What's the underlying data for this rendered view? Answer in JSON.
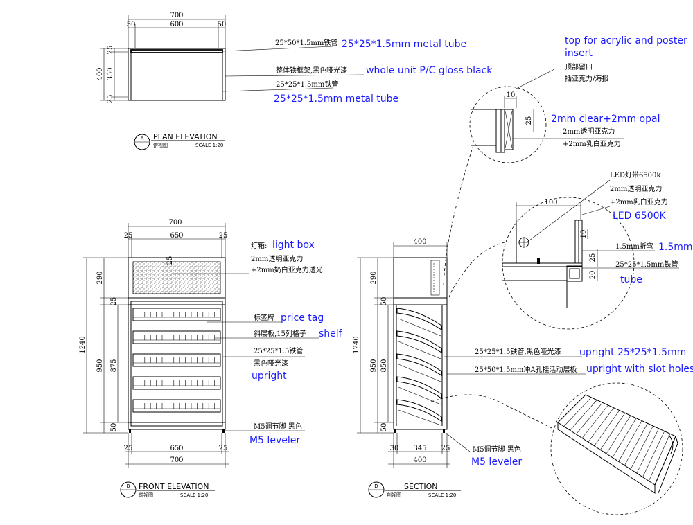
{
  "plan": {
    "dims": {
      "total": "700",
      "left": "50",
      "middle": "600",
      "right": "50",
      "height": "400",
      "h_top": "25",
      "h_mid": "350",
      "h_bot": "25"
    },
    "callouts": [
      {
        "cn": "25*50*1.5mm铁管",
        "en": "25*25*1.5mm metal tube"
      },
      {
        "cn": "整体铁框架,黑色哑光漆",
        "en": "whole unit  P/C gloss black"
      },
      {
        "cn": "25*25*1.5mm铁管",
        "en": "25*25*1.5mm metal tube"
      }
    ],
    "title": {
      "letter": "A",
      "name": "PLAN ELEVATION",
      "cn": "俯视图",
      "scale": "SCALE  1:20"
    }
  },
  "front": {
    "dims": {
      "total_top": "700",
      "w_left": "25",
      "w_mid": "650",
      "w_right": "25",
      "total_bot": "700",
      "b_left": "25",
      "b_mid": "650",
      "b_right": "25",
      "overall_h": "1240",
      "h_box": "290",
      "h_body": "950",
      "h_inner": "875",
      "h_25": "25",
      "h_50": "50",
      "mark_25": "25"
    },
    "callouts": [
      {
        "cn": "灯箱:",
        "en": "light box"
      },
      {
        "cn": "2mm透明亚克力",
        "en": ""
      },
      {
        "cn": "+2mm奶白亚克力透光",
        "en": ""
      },
      {
        "cn": "标签牌",
        "en": "price tag"
      },
      {
        "cn": "斜层板,15列格子",
        "en": "shelf"
      },
      {
        "cn": "25*25*1.5铁管",
        "en": ""
      },
      {
        "cn": "黑色哑光漆",
        "en": "upright"
      },
      {
        "cn": "M5调节脚  黑色",
        "en": "M5 leveler"
      }
    ],
    "title": {
      "letter": "B",
      "name": "FRONT ELEVATION",
      "cn": "前视图",
      "scale": "SCALE  1:20"
    }
  },
  "section": {
    "dims": {
      "top_w": "400",
      "overall_h": "1240",
      "h_box": "290",
      "h_body": "950",
      "h_inner": "850",
      "h_50a": "50",
      "h_50b": "50",
      "b_30": "30",
      "b_345": "345",
      "b_25": "25",
      "b_total": "400"
    },
    "callouts": [
      {
        "cn": "25*25*1.5铁管,黑色哑光漆",
        "en": "upright 25*25*1.5mm"
      },
      {
        "cn": "25*50*1.5mm冲A孔挂活动层板",
        "en": "upright with slot holes"
      },
      {
        "cn": "M5调节脚  黑色",
        "en": "M5 leveler"
      }
    ],
    "title": {
      "letter": "D",
      "name": "SECTION",
      "cn": "剖视图",
      "scale": "SCALE  1:20"
    }
  },
  "detail_top": {
    "en": [
      "top for acrylic and poster",
      "insert"
    ],
    "cn": [
      "顶部留口",
      "插亚克力/海报"
    ],
    "dims": {
      "w": "10",
      "h": "25"
    },
    "acrylic_en": "2mm clear+2mm opal",
    "acrylic_cn": [
      "2mm透明亚克力",
      "+2mm乳白亚克力"
    ]
  },
  "detail_led": {
    "cn": [
      "LED灯带6500k",
      "2mm透明亚克力",
      "+2mm乳白亚克力"
    ],
    "en": "LED 6500K",
    "dims": {
      "w": "100",
      "d10": "10",
      "d25": "25",
      "d20": "20"
    },
    "bend_cn": "1.5mm折弯",
    "bend_en": "1.5mm",
    "tube_cn": "25*25*1.5mm铁管",
    "tube_en": "tube"
  }
}
